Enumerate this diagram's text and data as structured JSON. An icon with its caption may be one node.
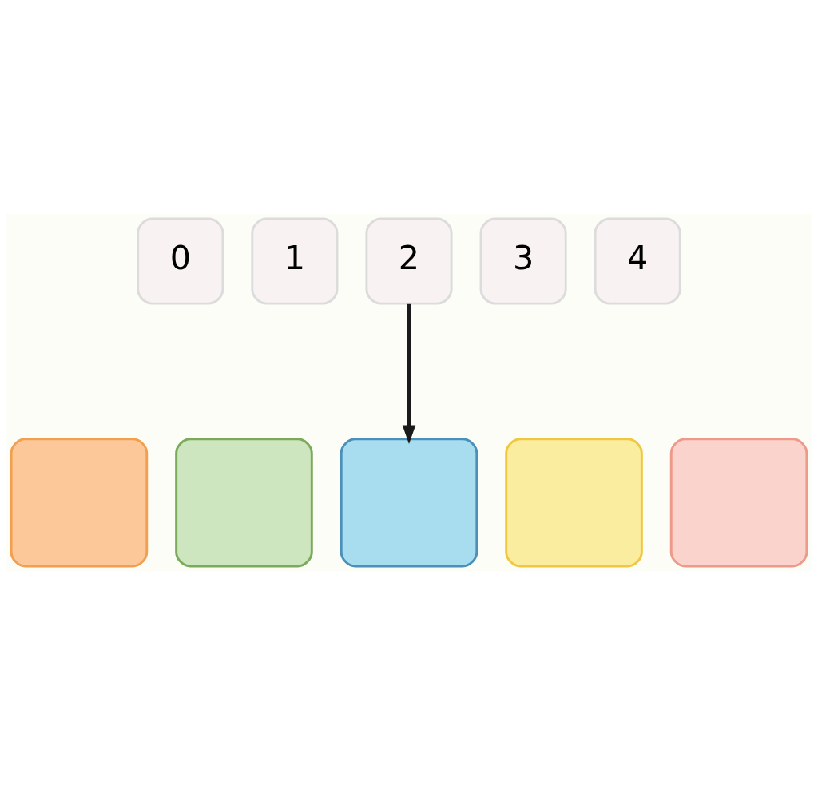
{
  "diagram": {
    "nodes": [
      {
        "text": [
          "0"
        ]
      },
      {
        "text": [
          "1"
        ]
      },
      {
        "text": [
          "2"
        ]
      },
      {
        "text": [
          "3"
        ]
      },
      {
        "text": [
          "4"
        ]
      },
      {
        "text": [],
        "shape": "box"
      },
      {
        "text": [],
        "shape": "box"
      },
      {
        "text": [],
        "shape": "box"
      },
      {
        "text": [],
        "shape": "box"
      },
      {
        "text": [],
        "shape": "box"
      }
    ],
    "edges": [
      {
        "from": 2,
        "to": 7,
        "arrow": "to"
      }
    ]
  }
}
